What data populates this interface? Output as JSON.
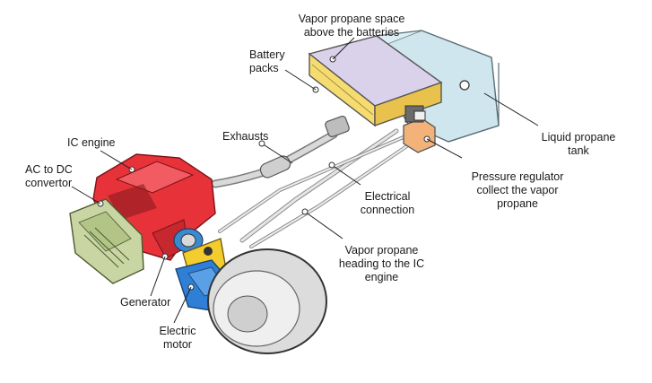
{
  "labels": {
    "vapor_space": "Vapor propane space\nabove the batteries",
    "battery_packs": "Battery\npacks",
    "liquid_tank": "Liquid propane\ntank",
    "ic_engine": "IC engine",
    "exhausts": "Exhausts",
    "ac_dc": "AC to DC\nconvertor",
    "pressure_regulator": "Pressure regulator\ncollect the vapor\npropane",
    "electrical_connection": "Electrical\nconnection",
    "vapor_heading": "Vapor propane\nheading to the IC\nengine",
    "generator": "Generator",
    "electric_motor": "Electric\nmotor"
  },
  "colors": {
    "battery_top": "#d9d2ea",
    "battery_side": "#f6dc70",
    "tank": "#cfe6ee",
    "engine": "#e8323a",
    "regulator": "#f2b27a",
    "motor": "#2f7fd6",
    "generator_mount": "#f3cc2e",
    "convertor": "#c9d6a4"
  }
}
